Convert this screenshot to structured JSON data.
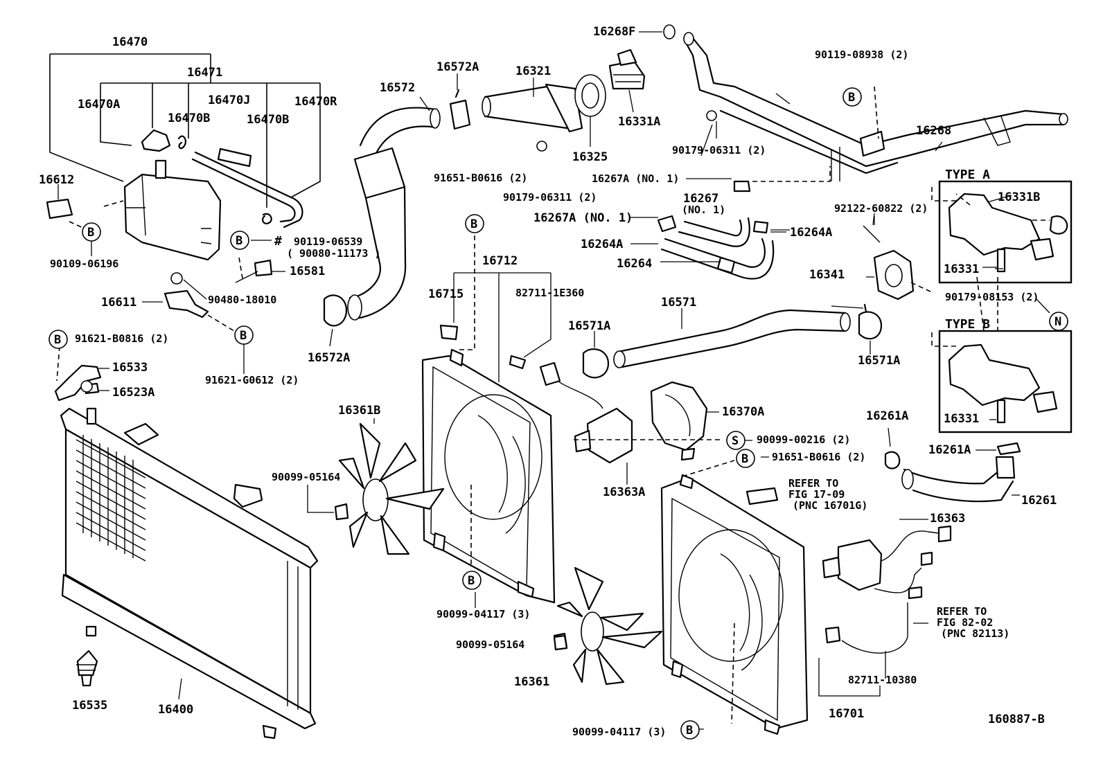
{
  "labels": {
    "p16470": "16470",
    "p16471": "16471",
    "p16470A": "16470A",
    "p16470J": "16470J",
    "p16470R": "16470R",
    "p16470B_1": "16470B",
    "p16470B_2": "16470B",
    "p16612": "16612",
    "p90109_06196": "90109-06196",
    "p90119_06539": "90119-06539",
    "p90080_11173": "( 90080-11173 )",
    "p16581": "16581",
    "p16611": "16611",
    "p90480_18010": "90480-18010",
    "p91621_B0816": "91621-B0816 (2)",
    "p91621_G0612": "91621-G0612 (2)",
    "p16533": "16533",
    "p16523A": "16523A",
    "p16361B": "16361B",
    "p90099_05164_1": "90099-05164",
    "p16535": "16535",
    "p16400": "16400",
    "p16572": "16572",
    "p16572A_top": "16572A",
    "p16572A_bot": "16572A",
    "p16321": "16321",
    "p16325": "16325",
    "p90179_06311_1": "90179-06311 (2)",
    "p91651_B0616_1": "91651-B0616 (2)",
    "p16712": "16712",
    "p16715": "16715",
    "p82711_1E360": "82711-1E360",
    "p90099_04117_1": "90099-04117 (3)",
    "p90099_05164_2": "90099-05164",
    "p16361": "16361",
    "p90099_04117_2": "90099-04117 (3)",
    "p16268F": "16268F",
    "p16331A": "16331A",
    "p90179_06311_2": "90179-06311 (2)",
    "p90119_08938": "90119-08938 (2)",
    "p16268": "16268",
    "p16267A_1": "16267A (NO. 1)",
    "p16267": "16267",
    "p16267_no1": "(NO. 1)",
    "p16267A_2": "16267A (NO. 1)",
    "p16264A_left": "16264A",
    "p16264A_right": "16264A",
    "p16264": "16264",
    "p92122_60822": "92122-60822 (2)",
    "p16341": "16341",
    "p16571": "16571",
    "p16571A_left": "16571A",
    "p16571A_right": "16571A",
    "p16370A": "16370A",
    "p90099_00216": "90099-00216 (2)",
    "p91651_B0616_2": "91651-B0616 (2)",
    "p16363A": "16363A",
    "p16261A_1": "16261A",
    "p16261A_2": "16261A",
    "p16261": "16261",
    "p16363": "16363",
    "p16701": "16701",
    "p82711_10380": "82711-10380",
    "p16331B": "16331B",
    "p16331_A": "16331",
    "p16331_B": "16331",
    "p90179_08153": "90179-08153 (2)",
    "p160887_B": "160887-B",
    "refer1_l1": "REFER TO",
    "refer1_l2": "FIG 17-09",
    "refer1_l3": "(PNC 16701G)",
    "refer2_l1": "REFER TO",
    "refer2_l2": "FIG 82-02",
    "refer2_l3": "(PNC 82113)",
    "typeA": "TYPE A",
    "typeB": "TYPE B"
  },
  "markers": {
    "B": "B",
    "S": "S",
    "N": "N",
    "hash": "#"
  },
  "colors": {
    "line": "#000000",
    "background": "#ffffff"
  }
}
